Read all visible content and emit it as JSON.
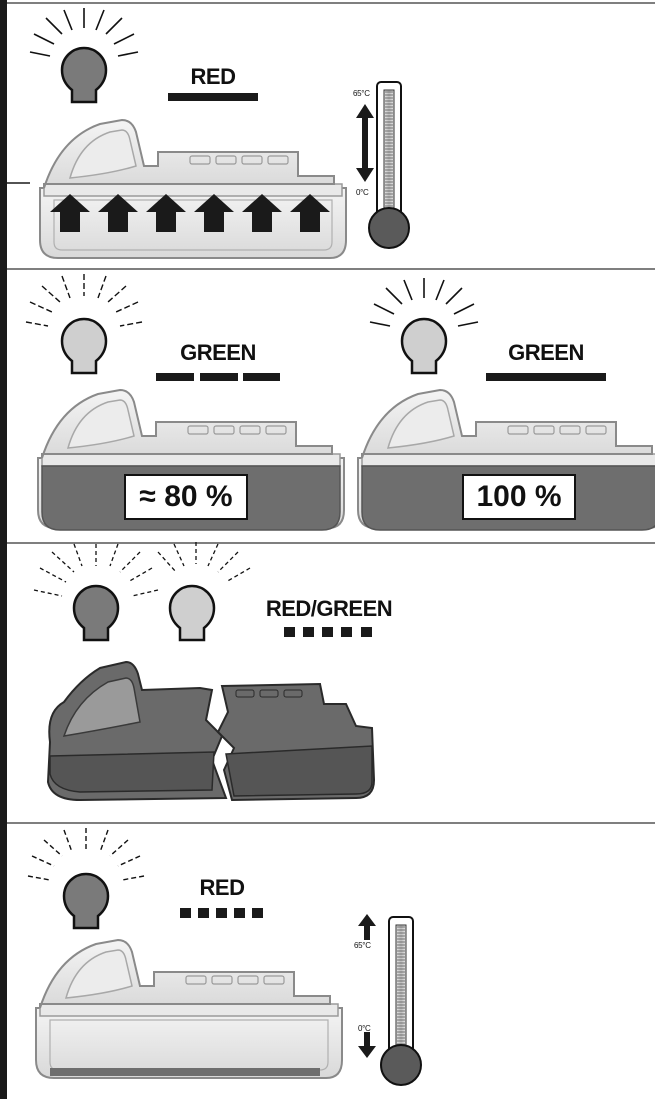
{
  "panels": [
    {
      "id": "overheat-cold-solid",
      "led_color_label": "RED",
      "signal": "solid",
      "thermometer": {
        "top_label": "65°C",
        "bottom_label": "0°C"
      }
    },
    {
      "id": "charging",
      "left": {
        "led_color_label": "GREEN",
        "signal": "slow-flash",
        "charge_label": "≈ 80 %"
      },
      "right": {
        "led_color_label": "GREEN",
        "signal": "solid",
        "charge_label": "100 %"
      }
    },
    {
      "id": "defective",
      "led_color_label": "RED/GREEN",
      "signal": "fast-flash"
    },
    {
      "id": "temperature-out-of-range",
      "led_color_label": "RED",
      "signal": "fast-flash",
      "thermometer": {
        "top_label": "65°C",
        "bottom_label": "0°C"
      }
    }
  ],
  "colors": {
    "led_red": "#7a7a7a",
    "led_green": "#cfcfcf",
    "dark": "#1a1a1a",
    "battery_fill": "#6e6e6e"
  }
}
